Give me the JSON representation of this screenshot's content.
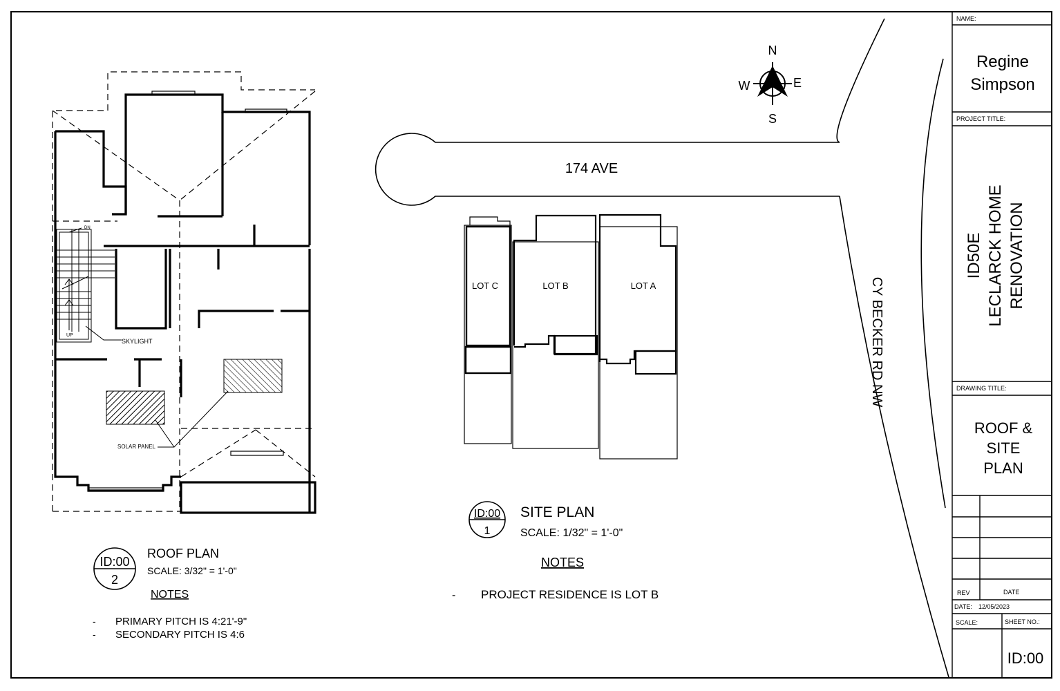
{
  "title_block": {
    "name_label": "NAME:",
    "name_line1": "Regine",
    "name_line2": "Simpson",
    "project_title_label": "PROJECT TITLE:",
    "project_line1": "ID50E",
    "project_line2": "LECLARCK HOME",
    "project_line3": "RENOVATION",
    "drawing_title_label": "DRAWING TITLE:",
    "drawing_line1": "ROOF &",
    "drawing_line2": "SITE",
    "drawing_line3": "PLAN",
    "rev_label": "REV",
    "date_col_label": "DATE",
    "date_label": "DATE:",
    "date_value": "12/05/2023",
    "scale_label": "SCALE:",
    "sheet_no_label": "SHEET NO.:",
    "sheet_no_value": "ID:00"
  },
  "compass": {
    "n": "N",
    "s": "S",
    "e": "E",
    "w": "W"
  },
  "site_plan": {
    "street": "174 AVE",
    "road": "CY BECKER RD NW",
    "lots": [
      "LOT C",
      "LOT B",
      "LOT A"
    ],
    "tag_top": "ID:00",
    "tag_bottom": "1",
    "title": "SITE PLAN",
    "scale": "SCALE: 1/32\" = 1'-0\"",
    "notes_heading": "NOTES",
    "notes": [
      "PROJECT RESIDENCE IS LOT B"
    ]
  },
  "roof_plan": {
    "skylight_label": "SKYLIGHT",
    "solar_label": "SOLAR PANEL",
    "stair_dn": "DN",
    "stair_up": "UP",
    "tag_top": "ID:00",
    "tag_bottom": "2",
    "title": "ROOF PLAN",
    "scale": "SCALE: 3/32\" = 1'-0\"",
    "notes_heading": "NOTES",
    "notes": [
      "PRIMARY PITCH IS 4:21'-9\"",
      "SECONDARY PITCH IS 4:6"
    ]
  }
}
